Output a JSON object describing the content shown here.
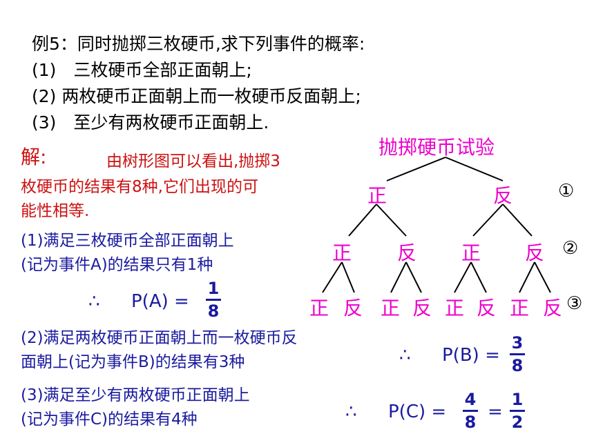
{
  "question": {
    "title": "例5：同时抛掷三枚硬币,求下列事件的概率:",
    "items": [
      "(1)　三枚硬币全部正面朝上;",
      "(2) 两枚硬币正面朝上而一枚硬币反面朝上;",
      "(3)　至少有两枚硬币正面朝上."
    ]
  },
  "solution": {
    "label": "解:",
    "intro_line1": "由树形图可以看出,抛掷3",
    "intro_line2": "枚硬币的结果有8种,它们出现的可",
    "intro_line3": "能性相等.",
    "part1_line1": "(1)满足三枚硬币全部正面朝上",
    "part1_line2": "(记为事件A)的结果只有1种",
    "part2_line1": "(2)满足两枚硬币正面朝上而一枚硬币反",
    "part2_line2": "面朝上(记为事件B)的结果有3种",
    "part3_line1": "(3)满足至少有两枚硬币正面朝上",
    "part3_line2": "(记为事件C)的结果有4种"
  },
  "formulas": {
    "therefore": "∴",
    "pa": "P(A) =",
    "pa_num": "1",
    "pa_den": "8",
    "pb": "P(B) =",
    "pb_num": "3",
    "pb_den": "8",
    "pc": "P(C) =",
    "pc_num1": "4",
    "pc_den1": "8",
    "pc_eq": "=",
    "pc_num2": "1",
    "pc_den2": "2"
  },
  "tree": {
    "title": "抛掷硬币试验",
    "heads": "正",
    "tails": "反",
    "levels": [
      "①",
      "②",
      "③"
    ]
  }
}
